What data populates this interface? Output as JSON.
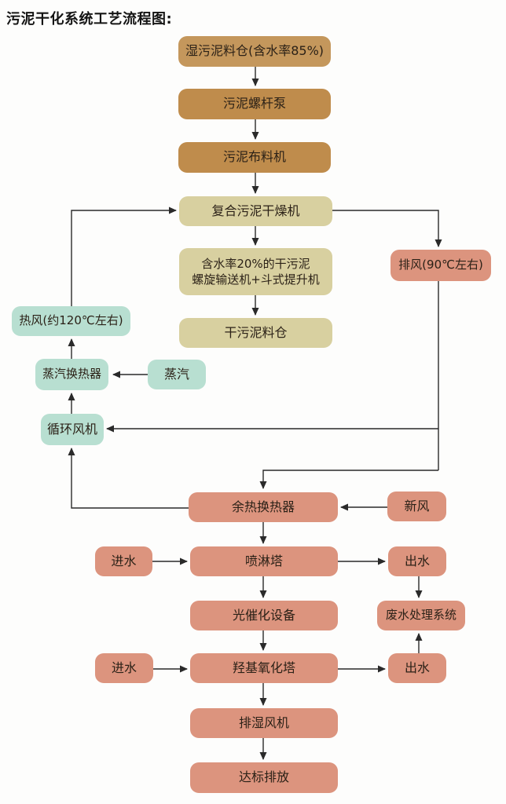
{
  "title": "污泥干化系统工艺流程图:",
  "colors": {
    "brown_light": "#c4975c",
    "brown_dark": "#bf8c4c",
    "khaki": "#d8d0a0",
    "teal": "#b8dfd1",
    "salmon": "#dc947e",
    "arrow": "#2a2a2a",
    "text": "#2b2117",
    "background": "#fdfdfc"
  },
  "nodes": {
    "wet_silo": {
      "label": "湿污泥料仓(含水率85%)"
    },
    "screw_pump": {
      "label": "污泥螺杆泵"
    },
    "distributor": {
      "label": "污泥布料机"
    },
    "dryer": {
      "label": "复合污泥干燥机"
    },
    "dry_conveyor": {
      "line1": "含水率20%的干污泥",
      "line2": "螺旋输送机+斗式提升机"
    },
    "dry_silo": {
      "label": "干污泥料仓"
    },
    "exhaust": {
      "label": "排风(90℃左右)"
    },
    "hot_air": {
      "label": "热风(约120℃左右)"
    },
    "steam_hx": {
      "label": "蒸汽换热器"
    },
    "steam": {
      "label": "蒸汽"
    },
    "circ_fan": {
      "label": "循环风机"
    },
    "waste_hx": {
      "label": "余热换热器"
    },
    "fresh_air": {
      "label": "新风"
    },
    "spray_tower": {
      "label": "喷淋塔"
    },
    "water_in_1": {
      "label": "进水"
    },
    "water_out_1": {
      "label": "出水"
    },
    "photocatalytic": {
      "label": "光催化设备"
    },
    "wastewater_system": {
      "label": "废水处理系统"
    },
    "hydroxyl_tower": {
      "label": "羟基氧化塔"
    },
    "water_in_2": {
      "label": "进水"
    },
    "water_out_2": {
      "label": "出水"
    },
    "dehumid_fan": {
      "label": "排湿风机"
    },
    "discharge": {
      "label": "达标排放"
    }
  }
}
